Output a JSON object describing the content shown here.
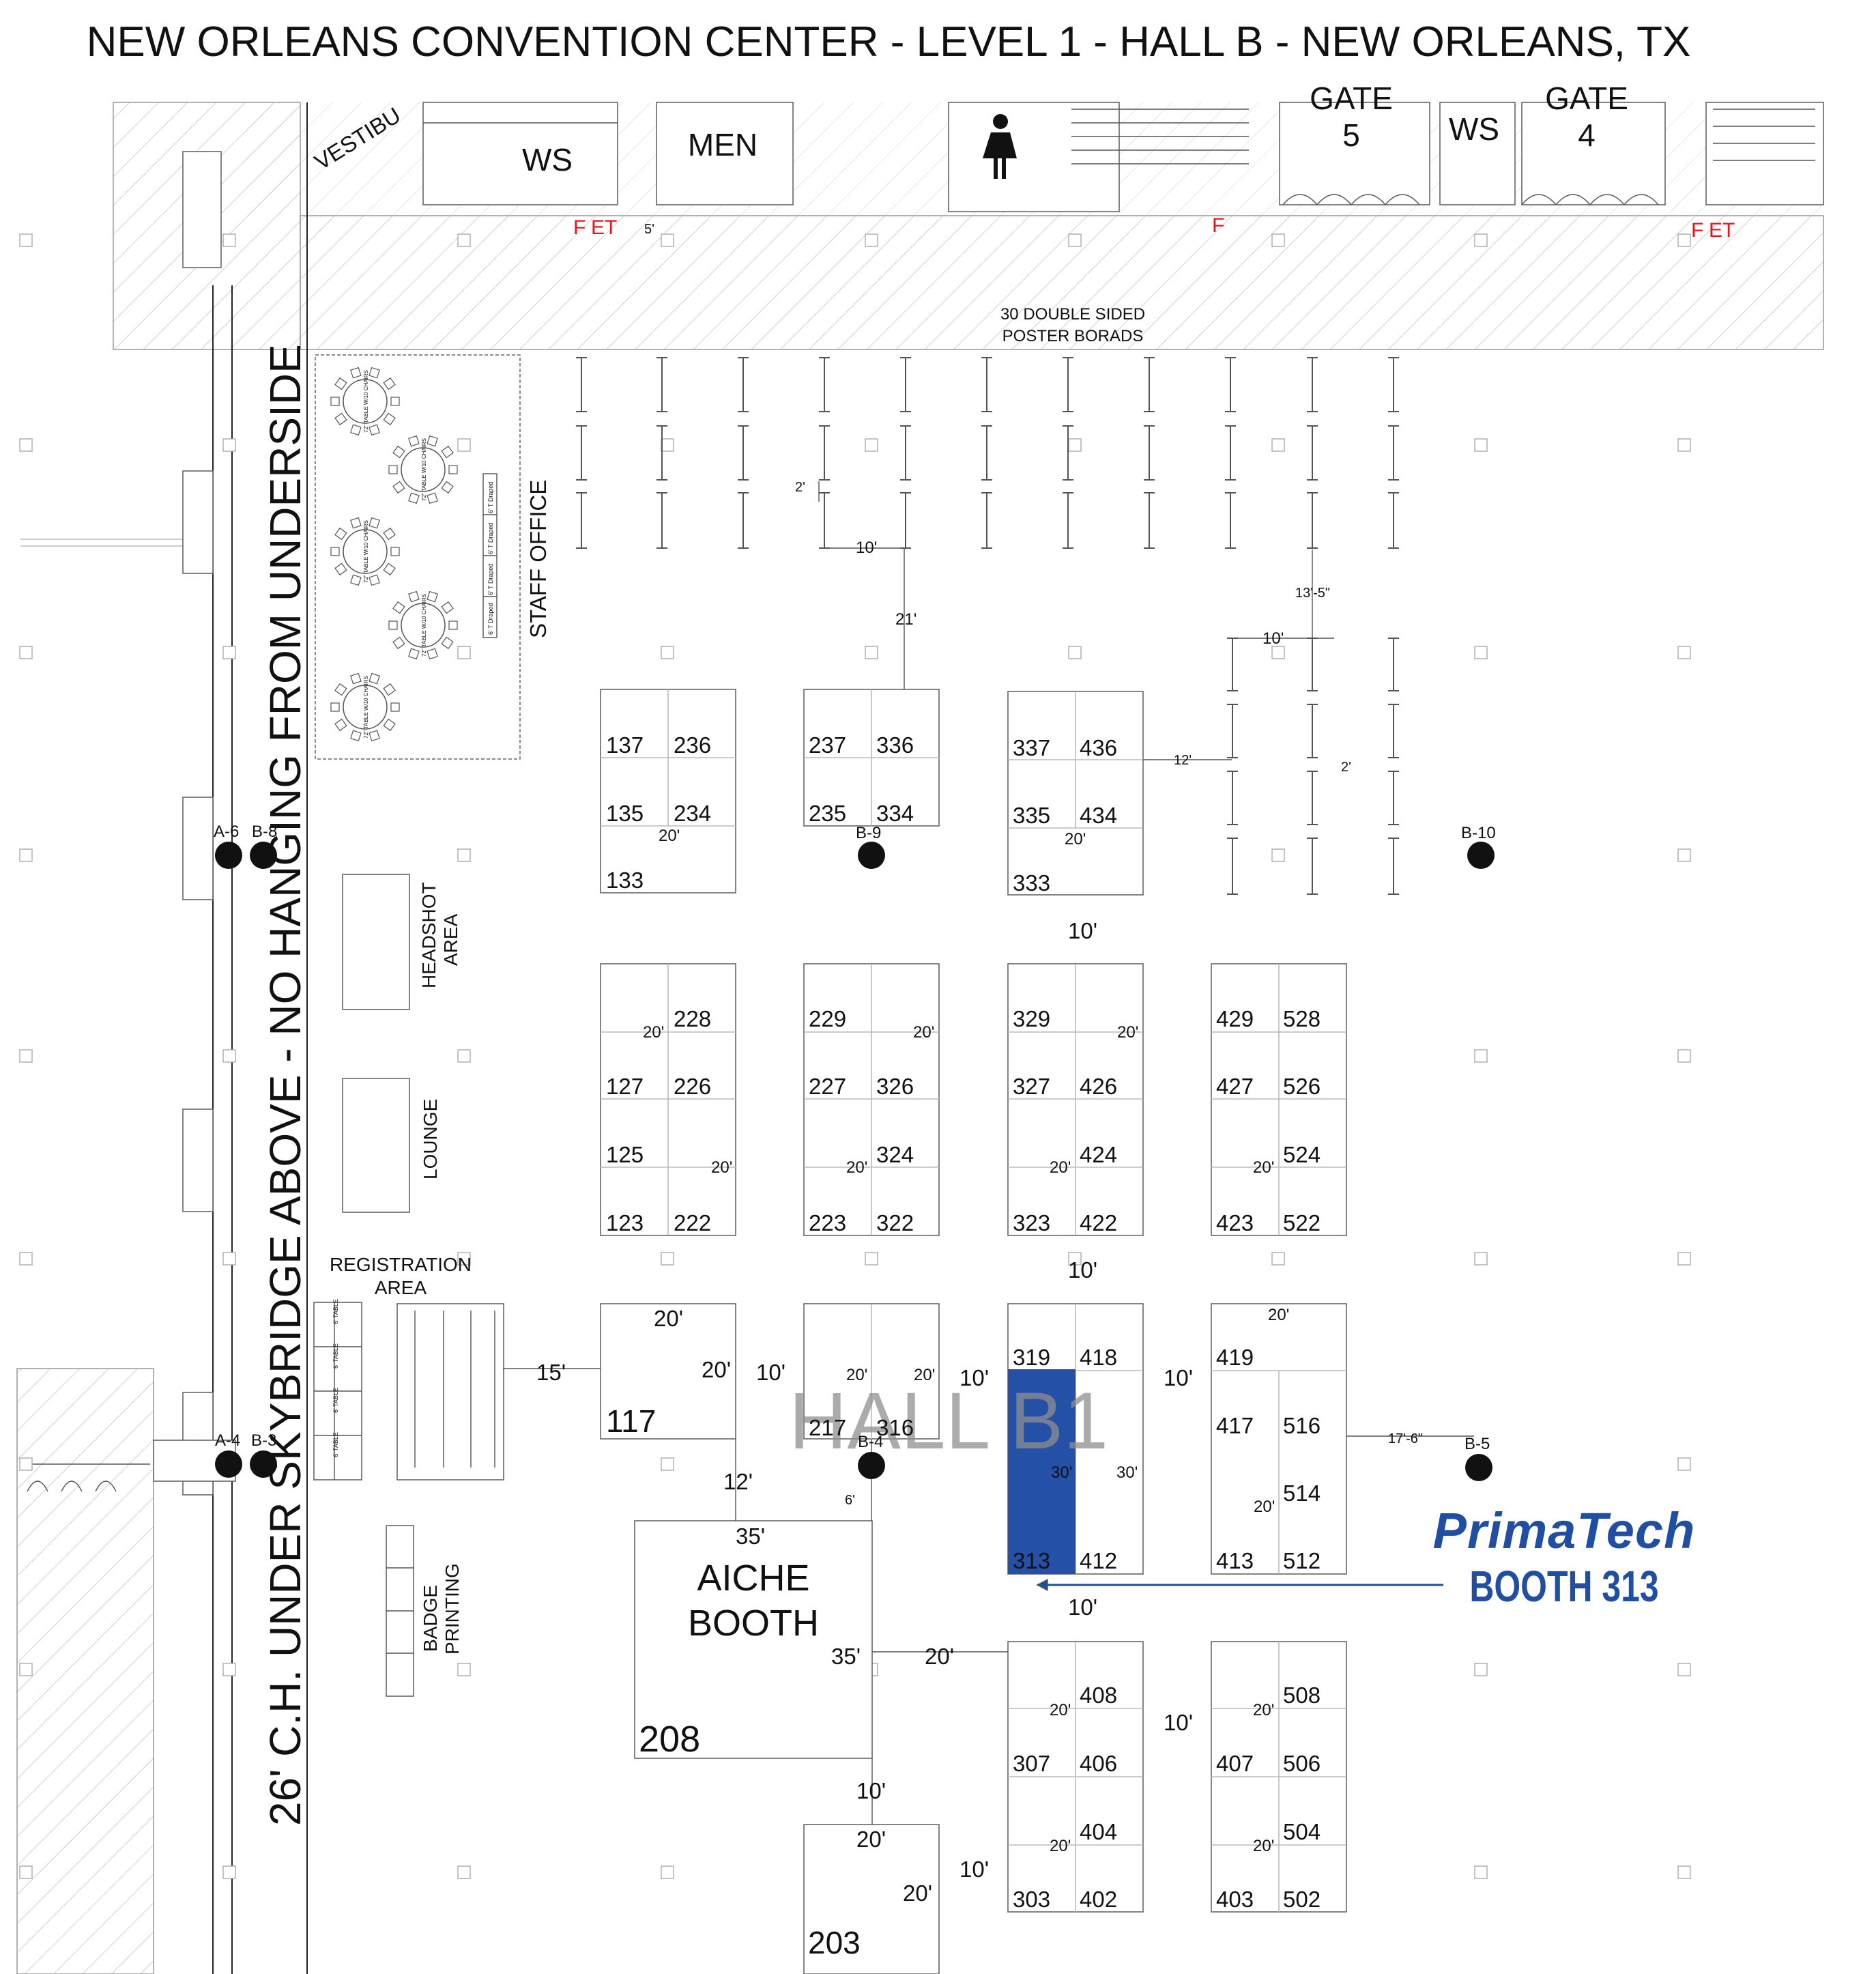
{
  "title": "NEW ORLEANS CONVENTION CENTER - LEVEL 1 - HALL B - NEW ORLEANS, TX",
  "hall_label": "HALL B1",
  "vertical_note": "26' C.H. UNDER SKYBRIDGE ABOVE - NO HANGING FROM UNDERSIDE",
  "top_rooms": {
    "vestibule": "VESTIBU",
    "ws1": "WS",
    "men": "MEN",
    "gate5_top": "GATE",
    "gate5_num": "5",
    "ws2": "WS",
    "gate4_top": "GATE",
    "gate4_num": "4"
  },
  "fire_markers": {
    "f": "F",
    "et": "ET",
    "dim_5": "5'"
  },
  "poster_boards": {
    "line1": "30 DOUBLE SIDED",
    "line2": "POSTER BORADS"
  },
  "areas": {
    "staff_office": "STAFF OFFICE",
    "headshot_1": "HEADSHOT",
    "headshot_2": "AREA",
    "lounge": "LOUNGE",
    "registration_1": "REGISTRATION",
    "registration_2": "AREA",
    "badge_1": "BADGE",
    "badge_2": "PRINTING",
    "aiche_1": "AICHE",
    "aiche_2": "BOOTH"
  },
  "tables": {
    "round": "72\" TABLE W/10 CHAIRS",
    "draped": "6' T Draped",
    "table6": "6' TABLE"
  },
  "pillars": {
    "a6": "A-6",
    "b8": "B-8",
    "b9": "B-9",
    "b10": "B-10",
    "a4": "A-4",
    "b3": "B-3",
    "b4": "B-4",
    "b5": "B-5"
  },
  "booths": {
    "b137": "137",
    "b236": "236",
    "b135": "135",
    "b234": "234",
    "b133": "133",
    "b237": "237",
    "b336": "336",
    "b235": "235",
    "b334": "334",
    "b337": "337",
    "b436": "436",
    "b335": "335",
    "b434": "434",
    "b333": "333",
    "b228": "228",
    "b127": "127",
    "b226": "226",
    "b125": "125",
    "b123": "123",
    "b222": "222",
    "b229": "229",
    "b227": "227",
    "b326": "326",
    "b324": "324",
    "b223": "223",
    "b322": "322",
    "b329": "329",
    "b327": "327",
    "b426": "426",
    "b424": "424",
    "b323": "323",
    "b422": "422",
    "b429": "429",
    "b528": "528",
    "b427": "427",
    "b526": "526",
    "b524": "524",
    "b423": "423",
    "b522": "522",
    "b117": "117",
    "b217": "217",
    "b316": "316",
    "b319": "319",
    "b418": "418",
    "b313": "313",
    "b412": "412",
    "b419": "419",
    "b417": "417",
    "b516": "516",
    "b514": "514",
    "b413": "413",
    "b512": "512",
    "b208": "208",
    "b408": "408",
    "b307": "307",
    "b406": "406",
    "b404": "404",
    "b303": "303",
    "b402": "402",
    "b508": "508",
    "b407": "407",
    "b506": "506",
    "b504": "504",
    "b403": "403",
    "b502": "502",
    "b203": "203"
  },
  "dims": {
    "d2": "2'",
    "d10": "10'",
    "d21": "21'",
    "d13_5": "13'-5\"",
    "d12": "12'",
    "d20": "20'",
    "d15": "15'",
    "d30": "30'",
    "d6": "6'",
    "d35": "35'",
    "d17_6": "17'-6\""
  },
  "callout": {
    "brand": "PrimaTech",
    "booth": "BOOTH 313"
  },
  "colors": {
    "highlight": "#2450a8",
    "callout_brand": "#1f4ea3",
    "fire": "#e8141b"
  }
}
